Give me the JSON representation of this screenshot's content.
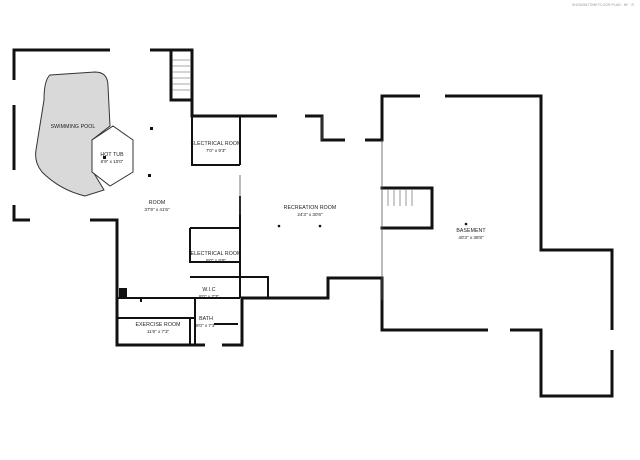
{
  "watermark": "SHOWINGTIME FLOOR PLAN · NF · R",
  "colors": {
    "wall": "#111111",
    "pool_fill": "#d9d9d9",
    "window": "#ffffff",
    "line": "#222222"
  },
  "rooms": [
    {
      "id": "swimming-pool",
      "name": "SWIMMING POOL",
      "dims": ""
    },
    {
      "id": "hot-tub",
      "name": "HOT TUB",
      "dims": "6'9\" x 10'0\""
    },
    {
      "id": "electrical-room-1",
      "name": "ELECTRICAL ROOM",
      "dims": "7'0\" x 9'3\""
    },
    {
      "id": "room",
      "name": "ROOM",
      "dims": "37'9\" x 41'6\""
    },
    {
      "id": "recreation-room",
      "name": "RECREATION ROOM",
      "dims": "24'3\" x 30'6\""
    },
    {
      "id": "basement",
      "name": "BASEMENT",
      "dims": "40'3\" x 38'8\""
    },
    {
      "id": "electrical-room-2",
      "name": "ELECTRICAL ROOM",
      "dims": "9'0\" x 8'9\""
    },
    {
      "id": "wic",
      "name": "W.I.C",
      "dims": "8'0\" x 7'3\""
    },
    {
      "id": "bath",
      "name": "BATH",
      "dims": "8'0\" x 7'3\""
    },
    {
      "id": "exercise-room",
      "name": "EXERCISE ROOM",
      "dims": "11'6\" x 7'3\""
    }
  ]
}
